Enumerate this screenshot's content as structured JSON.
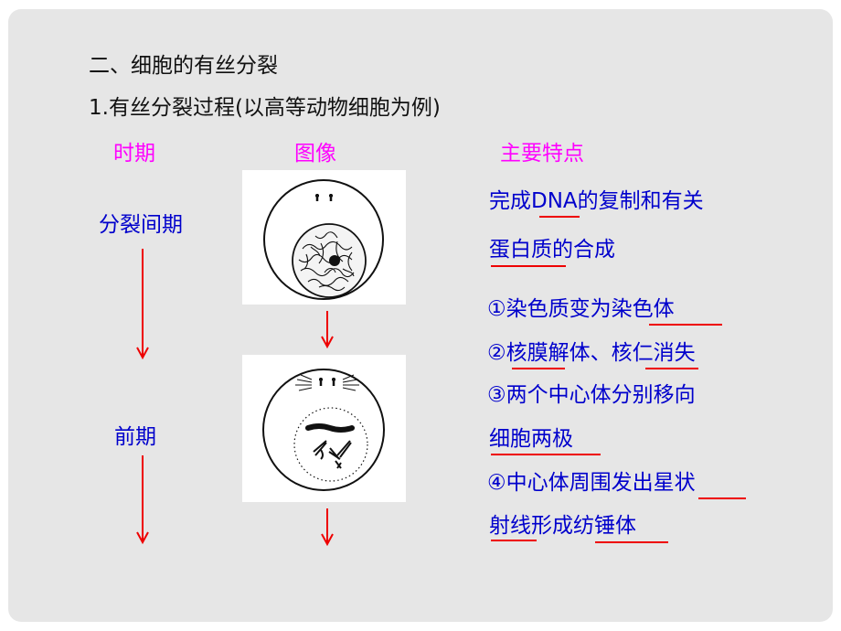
{
  "heading": "二、细胞的有丝分裂",
  "subheading": "1.有丝分裂过程(以高等动物细胞为例)",
  "columns": {
    "period": "时期",
    "image": "图像",
    "features": "主要特点"
  },
  "phases": {
    "interphase": "分裂间期",
    "prophase": "前期"
  },
  "features": {
    "interphase_line1": "完成DNA的复制和有关",
    "interphase_line2": "蛋白质的合成",
    "prophase_1": "①染色质变为染色体",
    "prophase_2": "②核膜解体、核仁消失",
    "prophase_3a": "③两个中心体分别移向",
    "prophase_3b": "细胞两极",
    "prophase_4a": "④中心体周围发出星状",
    "prophase_4b": "射线形成纺锤体"
  },
  "colors": {
    "text": "#111111",
    "header": "#ff00ff",
    "feature": "#0000cc",
    "arrow": "#ee0000",
    "background": "#e6e6e6"
  },
  "icons": [
    "interphase-cell-illustration",
    "prophase-cell-illustration",
    "down-arrow-icon"
  ]
}
